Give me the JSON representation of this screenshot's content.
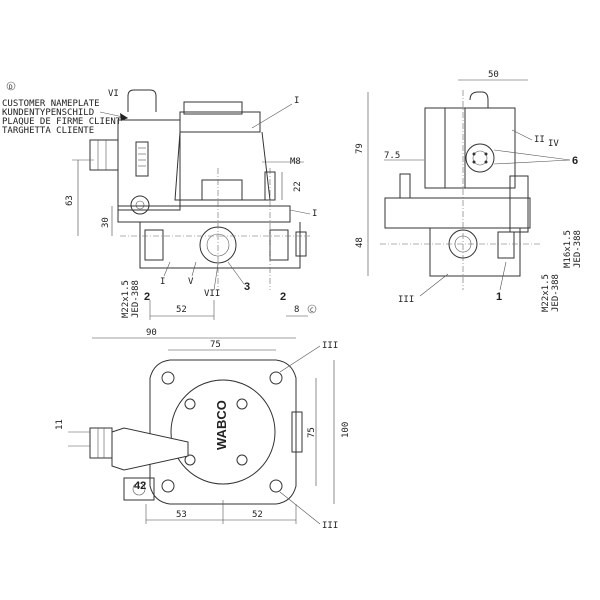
{
  "nameplate": {
    "marker": "D",
    "lines": [
      "CUSTOMER NAMEPLATE",
      "KUNDENTYPENSCHILD",
      "PLAQUE DE FIRME CLIENT",
      "TARGHETTA CLIENTE"
    ]
  },
  "front_view": {
    "labels": {
      "vi": "VI",
      "i_top": "I",
      "m8": "M8",
      "i_mid": "I",
      "i_low": "I",
      "v": "V",
      "vii": "VII",
      "port_3": "3",
      "port_2_left": "2",
      "port_2_right": "2",
      "c_marker": "C"
    },
    "dims": {
      "d63": "63",
      "d30": "30",
      "d22": "22",
      "d52": "52",
      "d8": "8",
      "thread": "M22x1.5",
      "thread_std": "JED-388"
    }
  },
  "side_view": {
    "labels": {
      "ii": "II",
      "iv": "IV",
      "port_6": "6",
      "iii": "III",
      "port_1": "1"
    },
    "dims": {
      "d50": "50",
      "d79": "79",
      "d7_5": "7.5",
      "d48": "48",
      "thread_a": "M22x1.5",
      "thread_a_std": "JED-388",
      "thread_b": "M16x1.5",
      "thread_b_std": "JED-388"
    }
  },
  "top_view": {
    "brand": "WABCO",
    "labels": {
      "iii_top": "III",
      "iii_bottom": "III",
      "port_42": "42"
    },
    "dims": {
      "d90": "90",
      "d75_h": "75",
      "d75_v": "75",
      "d100": "100",
      "d11": "11",
      "d53": "53",
      "d52": "52"
    }
  }
}
